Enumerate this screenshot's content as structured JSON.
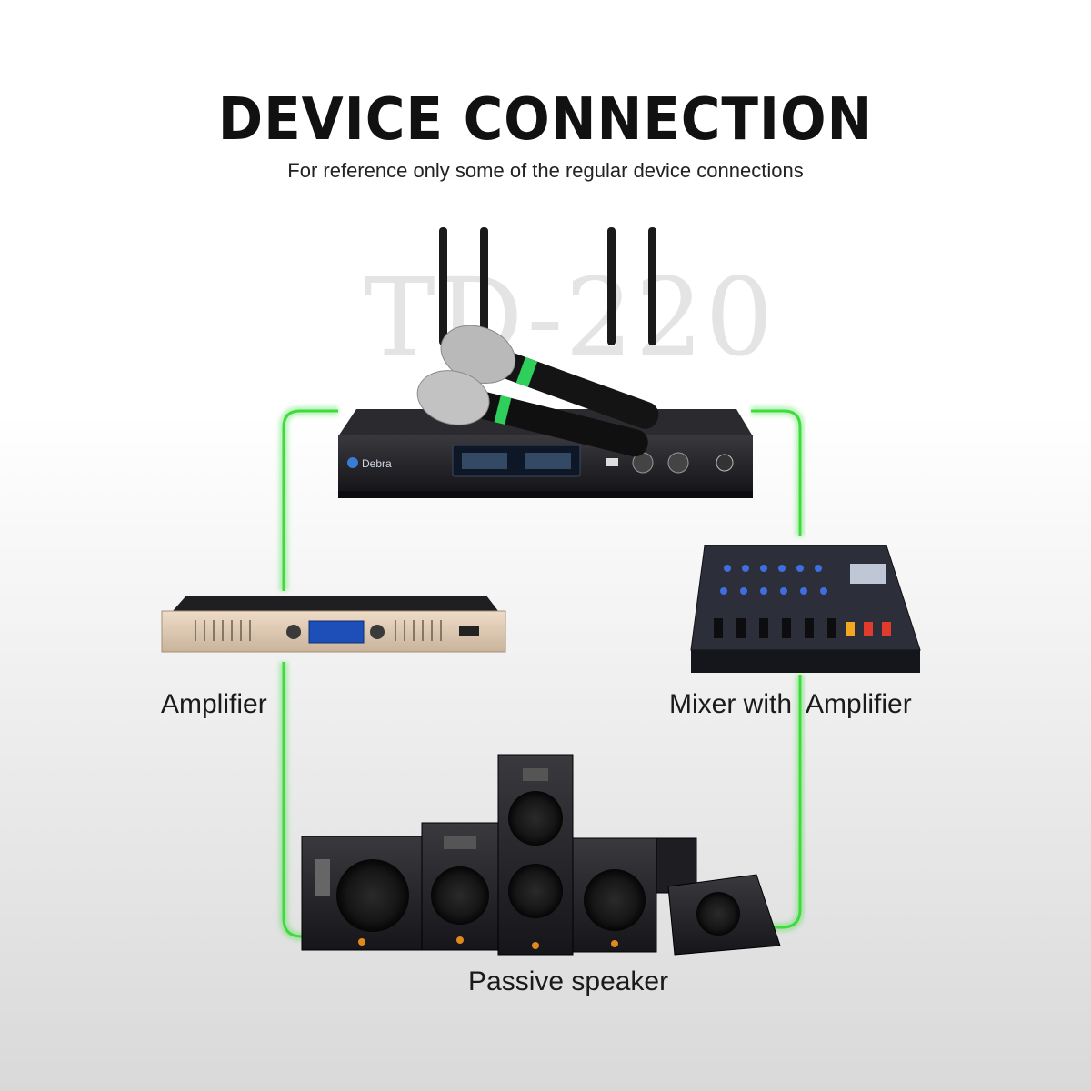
{
  "title": "DEVICE CONNECTION",
  "subtitle": "For reference only some of the regular device connections",
  "watermark": "TD-220",
  "receiver": {
    "brand": "Debra"
  },
  "labels": {
    "amplifier": "Amplifier",
    "mixer": "Mixer with  Amplifier",
    "speaker": "Passive speaker"
  },
  "colors": {
    "connection_line": "#3ddc3d"
  }
}
